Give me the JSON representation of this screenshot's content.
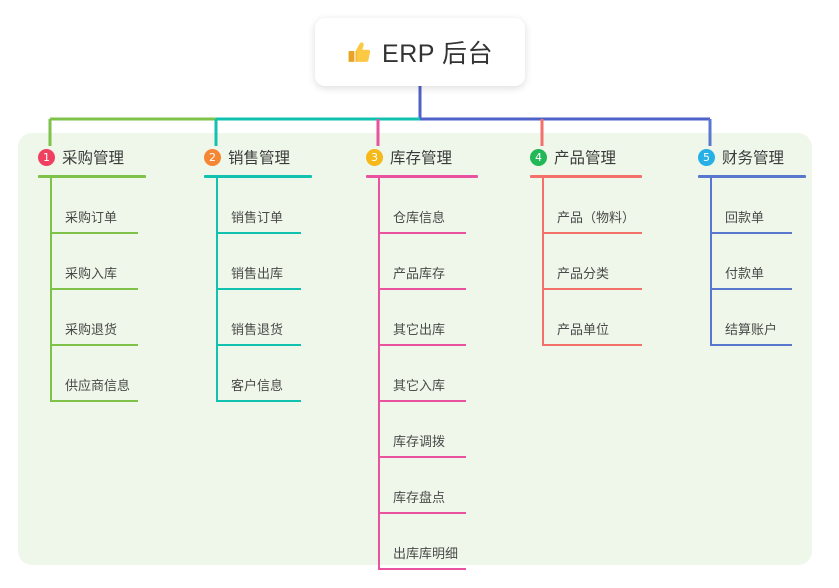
{
  "root": {
    "icon": "thumbs-up-icon",
    "title": "ERP 后台"
  },
  "colors": {
    "panel_bg": "#eef7e9",
    "page_bg": "#ffffff",
    "bus": "#4e62c8",
    "col1": "#7ec24a",
    "col2": "#12c2b0",
    "col3": "#e8529e",
    "col4": "#f4706b",
    "col5": "#5878d0",
    "badge1": "#ef4062",
    "badge2": "#f58634",
    "badge3": "#f5b919",
    "badge4": "#22b757",
    "badge5": "#27b0e6",
    "text": "#4a4a4a",
    "title_text": "#333333"
  },
  "columns": [
    {
      "number": "1",
      "title": "采购管理",
      "badge_color": "#ef4062",
      "line_color": "#7ec24a",
      "items": [
        "采购订单",
        "采购入库",
        "采购退货",
        "供应商信息"
      ]
    },
    {
      "number": "2",
      "title": "销售管理",
      "badge_color": "#f58634",
      "line_color": "#12c2b0",
      "items": [
        "销售订单",
        "销售出库",
        "销售退货",
        "客户信息"
      ]
    },
    {
      "number": "3",
      "title": "库存管理",
      "badge_color": "#f5b919",
      "line_color": "#e8529e",
      "items": [
        "仓库信息",
        "产品库存",
        "其它出库",
        "其它入库",
        "库存调拨",
        "库存盘点",
        "出库库明细"
      ]
    },
    {
      "number": "4",
      "title": "产品管理",
      "badge_color": "#22b757",
      "line_color": "#f4706b",
      "items": [
        "产品（物料）",
        "产品分类",
        "产品单位"
      ]
    },
    {
      "number": "5",
      "title": "财务管理",
      "badge_color": "#27b0e6",
      "line_color": "#5878d0",
      "items": [
        "回款单",
        "付款单",
        "结算账户"
      ]
    }
  ]
}
